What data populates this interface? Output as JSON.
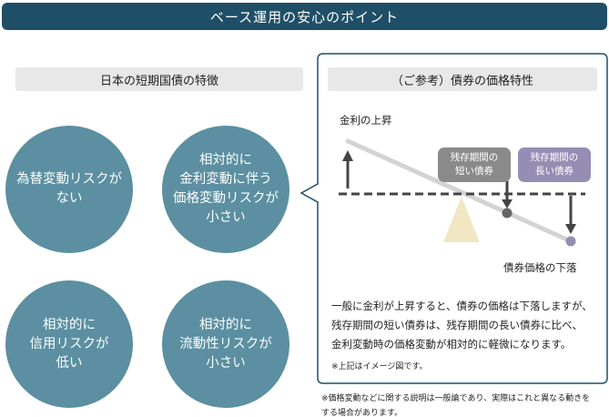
{
  "banner": {
    "title": "ベース運用の安心のポイント"
  },
  "left_section": {
    "label": "日本の短期国債の特徴",
    "circles": [
      "為替変動リスクが\nない",
      "相対的に\n金利変動に伴う\n価格変動リスクが\n小さい",
      "相対的に\n信用リスクが\n低い",
      "相対的に\n流動性リスクが\n小さい"
    ]
  },
  "right_section": {
    "label": "（ご参考）債券の価格特性",
    "rate_up_label": "金利の上昇",
    "price_down_label": "債券価格の下落",
    "short_bond_tag": "残存期間の\n短い債券",
    "long_bond_tag": "残存期間の\n長い債券",
    "description": "一般に金利が上昇すると、債券の価格は下落しますが、\n残存期間の短い債券は、残存期間の長い債券に比べ、\n金利変動時の価格変動が相対的に軽微になります。",
    "note": "※上記はイメージ図です。"
  },
  "footnote": "※価格変動などに関する説明は一般論であり、実際はこれと異なる動きを\nする場合があります。",
  "colors": {
    "banner": "#1f4f66",
    "circle": "#5b8fa1",
    "short_tag": "#8a8a8a",
    "long_tag": "#958db3",
    "fulcrum": "#f1e7c3"
  }
}
